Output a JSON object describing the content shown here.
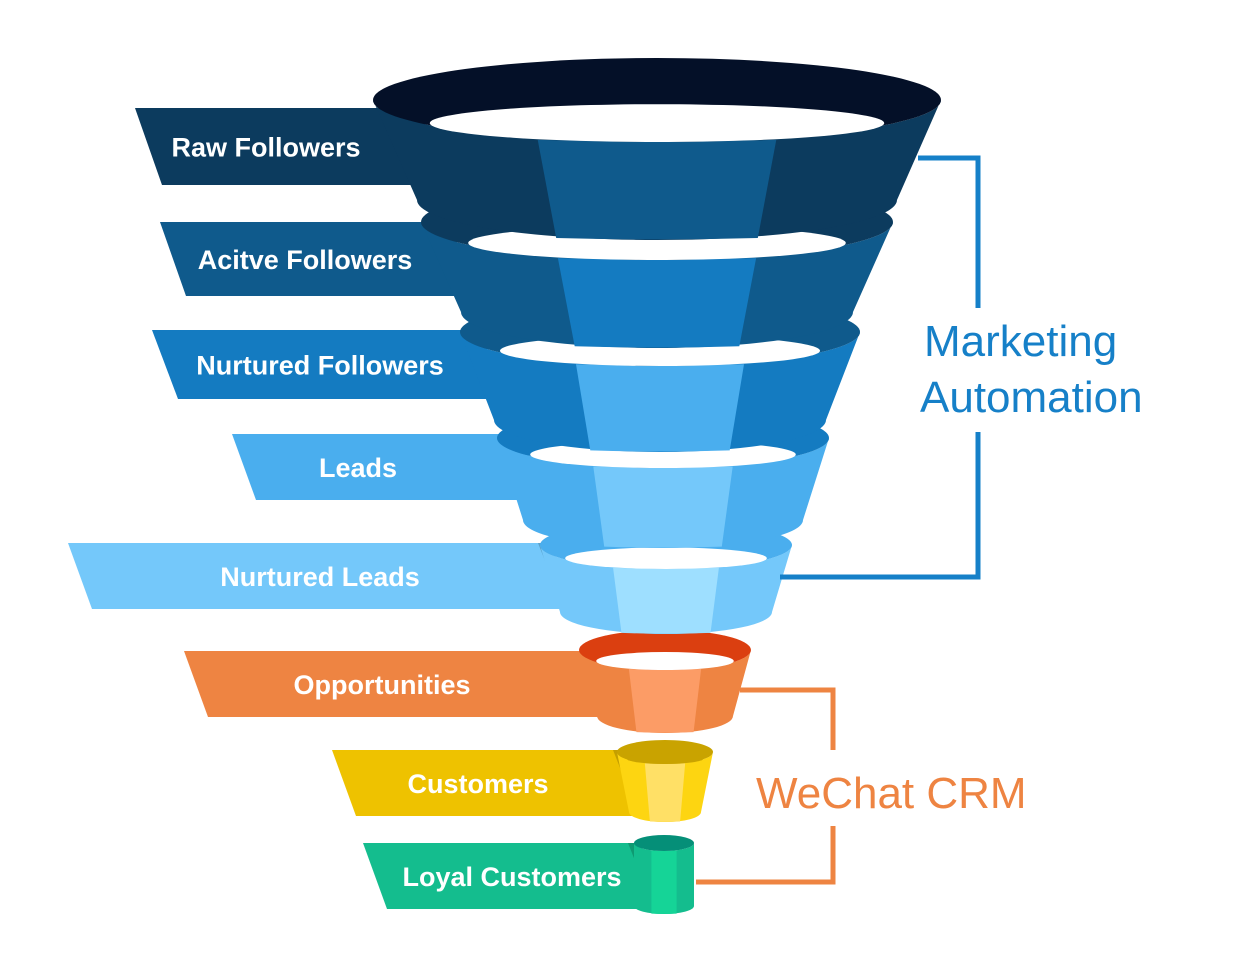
{
  "diagram": {
    "type": "funnel",
    "stages": [
      {
        "label": "Raw Followers",
        "group": "marketing",
        "colors": {
          "ribbon": "#0c3b5e",
          "side": "#0c3b5e",
          "front": "#0f5a8c",
          "rim": "#041028",
          "fold": "#082f4d"
        }
      },
      {
        "label": "Acitve Followers",
        "group": "marketing",
        "colors": {
          "ribbon": "#0f5a8c",
          "side": "#0f5a8c",
          "front": "#147bc1",
          "rim": "#0c3b5e",
          "fold": "#0b4a75"
        }
      },
      {
        "label": "Nurtured Followers",
        "group": "marketing",
        "colors": {
          "ribbon": "#147bc1",
          "side": "#147bc1",
          "front": "#4aaeee",
          "rim": "#0f5a8c",
          "fold": "#0e5f99"
        }
      },
      {
        "label": "Leads",
        "group": "marketing",
        "colors": {
          "ribbon": "#4aaeee",
          "side": "#4aaeee",
          "front": "#74c8fa",
          "rim": "#147bc1",
          "fold": "#3a8fc4"
        }
      },
      {
        "label": "Nurtured Leads",
        "group": "marketing",
        "colors": {
          "ribbon": "#74c8fa",
          "side": "#74c8fa",
          "front": "#9edfff",
          "rim": "#4aaeee",
          "fold": "#5aa2cc"
        }
      },
      {
        "label": "Opportunities",
        "group": "crm",
        "colors": {
          "ribbon": "#ee8442",
          "side": "#ee8442",
          "front": "#fc9c66",
          "rim": "#db3f10",
          "fold": "#c06a33"
        }
      },
      {
        "label": "Customers",
        "group": "crm",
        "colors": {
          "ribbon": "#eec200",
          "side": "#fdd511",
          "front": "#ffe066",
          "rim": "#c9a300",
          "fold": "#c49f00"
        }
      },
      {
        "label": "Loyal Customers",
        "group": "crm",
        "colors": {
          "ribbon": "#14bd8e",
          "side": "#14bd8e",
          "front": "#15d497",
          "rim": "#058f78",
          "fold": "#0e9a72"
        }
      }
    ],
    "groups": {
      "marketing": {
        "lines": [
          "Marketing",
          "Automation"
        ],
        "color": "#1680c8"
      },
      "crm": {
        "lines": [
          "WeChat CRM"
        ],
        "color": "#ee8442"
      }
    }
  }
}
